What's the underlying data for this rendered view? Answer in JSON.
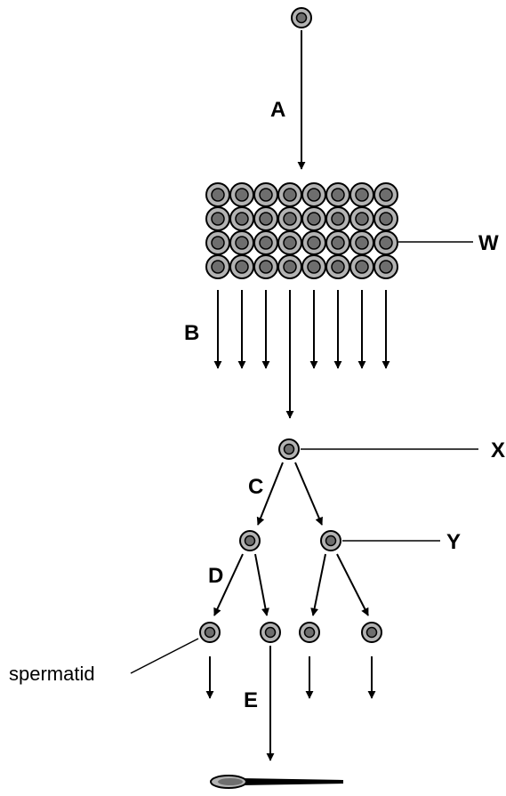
{
  "labels": {
    "A": "A",
    "B": "B",
    "C": "C",
    "D": "D",
    "E": "E",
    "W": "W",
    "X": "X",
    "Y": "Y",
    "spermatid": "spermatid"
  },
  "cell_mass": {
    "rows": 4,
    "cols": 8
  },
  "colors": {
    "cell_outer": "#b3b3b3",
    "cell_inner": "#6e6e6e",
    "stroke": "#000000"
  }
}
